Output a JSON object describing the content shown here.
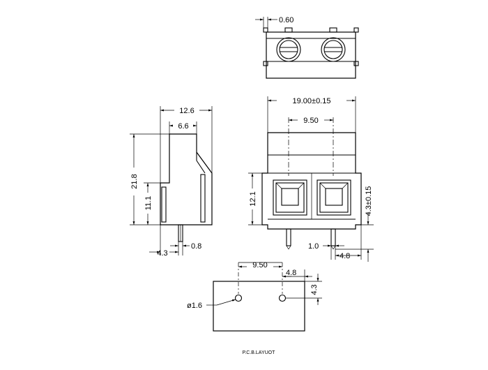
{
  "top_view": {
    "pin_width": "0.60"
  },
  "front_view": {
    "overall_width": "19.00±0.15",
    "pitch": "9.50",
    "body_height": "12.1",
    "pin_length": "4.3±0.15",
    "pin_width": "1.0",
    "pin_offset": "4.8"
  },
  "side_view": {
    "depth": "12.6",
    "top_depth": "6.6",
    "height": "21.8",
    "lower_height": "11.1",
    "pin_offset": "4.3",
    "pin_width": "0.8"
  },
  "pcb_layout": {
    "pitch": "9.50",
    "edge_offset_x": "4.8",
    "edge_offset_y": "4.3",
    "hole_diameter": "ø1.6",
    "caption": "P.C.B.LAYUOT"
  }
}
